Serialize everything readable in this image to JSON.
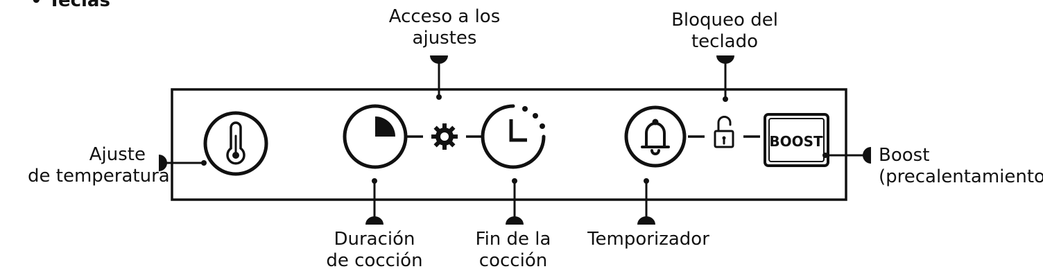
{
  "heading": {
    "bullet": "•",
    "title": "Teclas"
  },
  "labels": {
    "temp": [
      "Ajuste",
      "de temperatura"
    ],
    "settings": [
      "Acceso a los",
      "ajustes"
    ],
    "lock": [
      "Bloqueo del",
      "teclado"
    ],
    "duration": [
      "Duración",
      "de cocción"
    ],
    "end": [
      "Fin de la",
      "cocción"
    ],
    "timer": [
      "Temporizador"
    ],
    "boost": [
      "Boost",
      "(precalentamiento)"
    ]
  },
  "boost_key_text": "BOOST",
  "colors": {
    "ink": "#111111",
    "background": "#ffffff"
  },
  "icons": [
    "thermometer-icon",
    "duration-pie-icon",
    "gear-icon",
    "clock-end-icon",
    "bell-icon",
    "padlock-icon",
    "boost-key"
  ]
}
